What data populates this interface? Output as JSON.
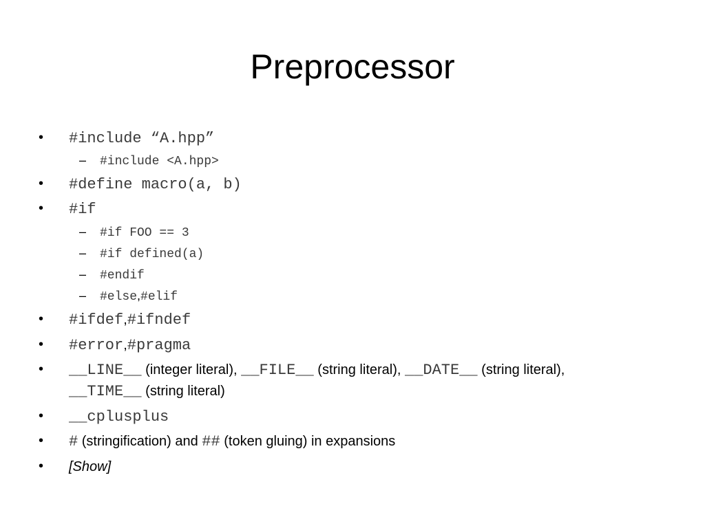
{
  "slide": {
    "title": "Preprocessor",
    "items": [
      {
        "a": "#include “A.hpp”"
      },
      {
        "a": "#include <A.hpp>"
      },
      {
        "a": "#define macro(a, b)"
      },
      {
        "a": "#if"
      },
      {
        "a": "#if FOO == 3"
      },
      {
        "a": "#if defined(a)"
      },
      {
        "a": "#endif"
      },
      {
        "a": "#else",
        "sep": ",",
        "b": "#elif"
      },
      {
        "a": "#ifdef",
        "sep": ",",
        "b": "#ifndef"
      },
      {
        "a": "#error",
        "sep": ",",
        "b": "#pragma"
      },
      {
        "t1": "__LINE__",
        "t2": " (integer literal), ",
        "t3": "__FILE__",
        "t4": " (string literal), ",
        "t5": "__DATE__",
        "t6": " (string literal),",
        "t7": "__TIME__",
        "t8": " (string literal)"
      },
      {
        "a": "__cplusplus"
      },
      {
        "t1": "#",
        "t2": " (stringification) and ",
        "t3": "##",
        "t4": " (token gluing) in expansions"
      },
      {
        "a": "[Show]"
      }
    ]
  },
  "glyphs": {
    "bullet": "•",
    "dash": "–"
  }
}
